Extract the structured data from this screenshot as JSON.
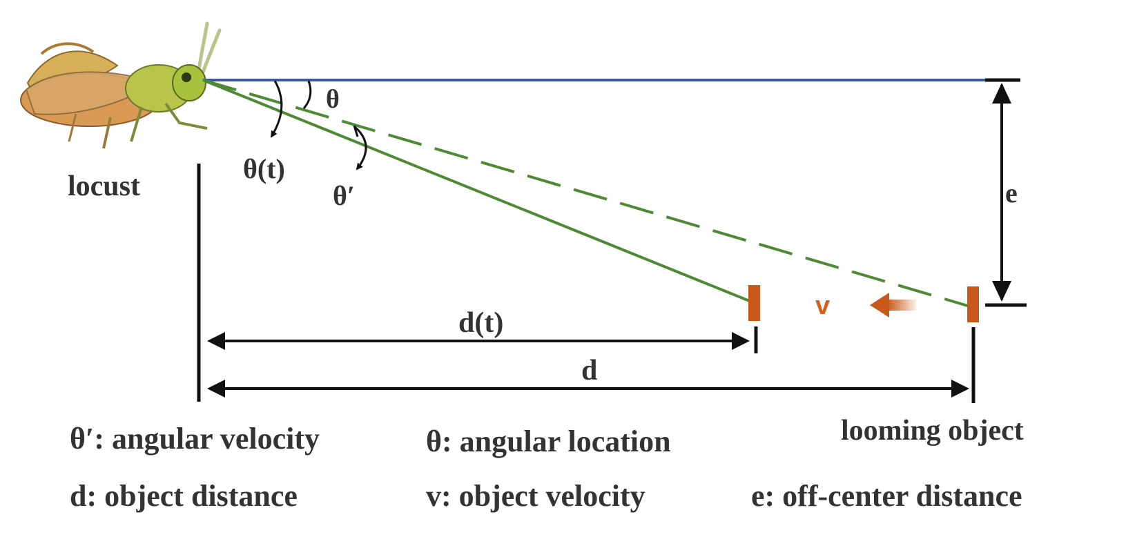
{
  "labels": {
    "locust": "locust",
    "theta": "θ",
    "theta_t": "θ(t)",
    "theta_prime": "θ′",
    "e": "e",
    "v": "v",
    "d_t": "d(t)",
    "d": "d",
    "looming_object": "looming object"
  },
  "legend": {
    "theta_prime": "θ′: angular velocity",
    "theta": "θ: angular location",
    "d": "d: object distance",
    "v": "v: object velocity",
    "e": "e: off-center distance"
  },
  "colors": {
    "axis_line": "#3a5a98",
    "sight_line": "#4e8a36",
    "object": "#c8581a",
    "velocity_text": "#d0621f",
    "ink": "#111111",
    "text": "#333333"
  },
  "icons": {
    "locust": "locust-illustration",
    "velocity_arrow": "motion-arrow-left"
  }
}
